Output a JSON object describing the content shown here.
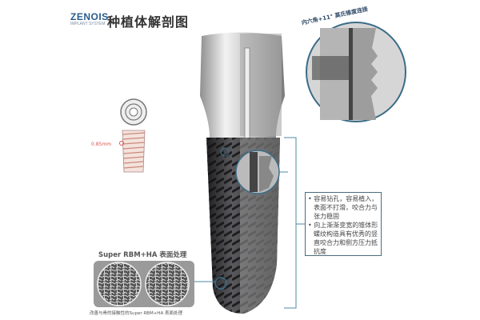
{
  "header": {
    "brand": "ZENOIS",
    "brand_sub": "IMPLANT SYSTEM",
    "title": "种植体解剖图"
  },
  "lens_label": "内六角+11° 莫氏锥度连接",
  "thread_pitch_label": "0.85mm",
  "features": [
    "容易钻孔，容易植入，表面不打滑，咬合力与张力稳固",
    "向上渐渐变宽的锥体形螺纹构造具有优秀的竖直咬合力和侧方压力抵抗度"
  ],
  "surface": {
    "title": "Super RBM+HA 表面处理",
    "caption": "改善与骨的接触性的Super RBM+HA 表面处理"
  },
  "colors": {
    "accent": "#2a5c8c",
    "callout_line": "#4d8aa6",
    "thread_dark": "#3a3a3c",
    "abutment_silver": "#c9c9c9",
    "pitch_red": "#d9534f"
  }
}
